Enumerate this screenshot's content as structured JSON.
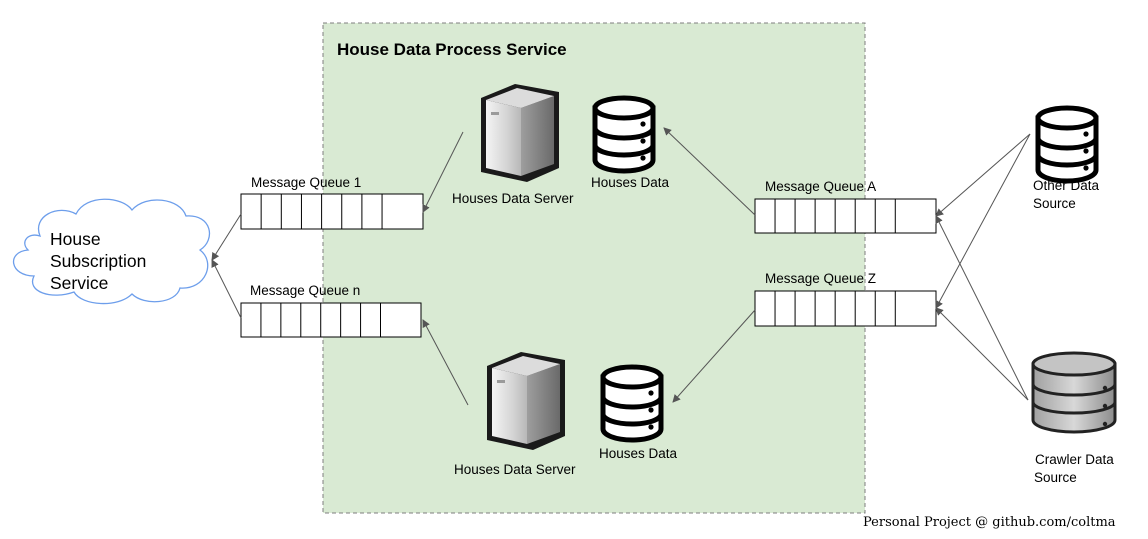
{
  "service": {
    "title": "House Data Process Service",
    "panel_color": "#d9ead3",
    "border_color": "#7f7f7f"
  },
  "subscriber": {
    "lines": [
      "House",
      "Subscription",
      "Service"
    ],
    "outline_color": "#6d9eeb",
    "icon": "cloud-icon"
  },
  "queues": {
    "q1": {
      "label": "Message Queue 1",
      "slots": 8
    },
    "qn": {
      "label": "Message Queue n",
      "slots": 8
    },
    "qa": {
      "label": "Message Queue A",
      "slots": 8
    },
    "qz": {
      "label": "Message Queue Z",
      "slots": 8
    }
  },
  "servers": {
    "top": {
      "label": "Houses Data Server",
      "icon": "server-icon"
    },
    "bottom": {
      "label": "Houses Data Server",
      "icon": "server-icon"
    }
  },
  "stores": {
    "top": {
      "label": "Houses Data",
      "icon": "database-icon"
    },
    "bottom": {
      "label": "Houses Data",
      "icon": "database-icon"
    }
  },
  "sources": {
    "other": {
      "lines": [
        "Other Data",
        "Source"
      ],
      "icon": "database-icon"
    },
    "crawler": {
      "lines": [
        "Crawler Data",
        "Source"
      ],
      "icon": "database-gray-icon"
    }
  },
  "footer": {
    "text": "Personal Project @ github.com/coltma"
  },
  "colors": {
    "arrow": "#555555",
    "queue_border": "#000000"
  }
}
